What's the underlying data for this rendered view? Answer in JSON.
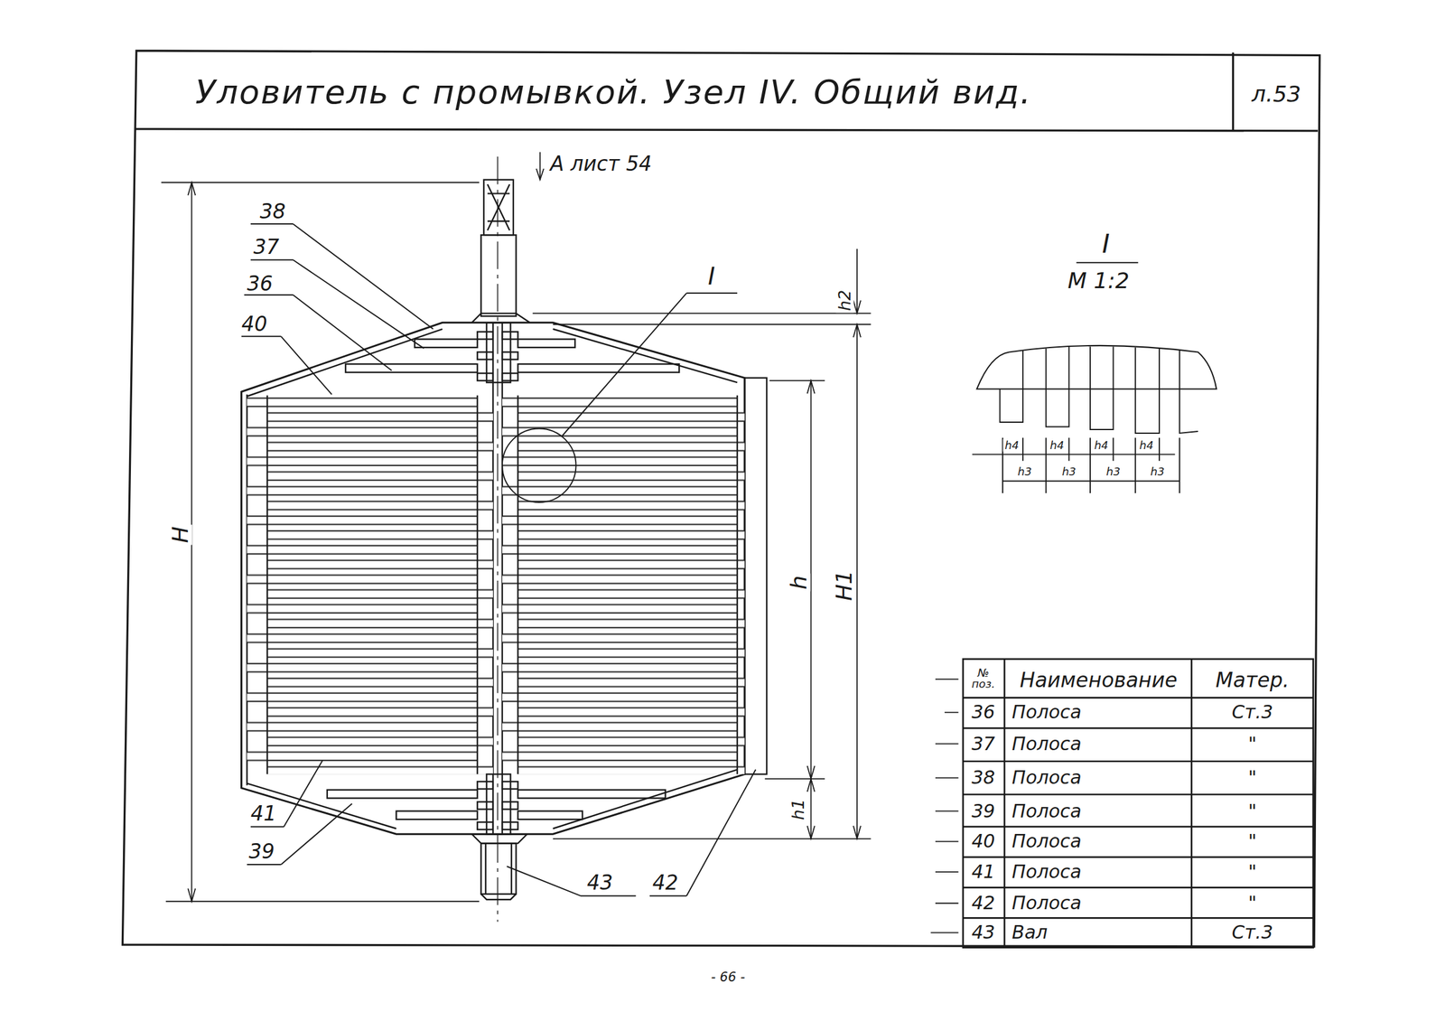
{
  "diagram": {
    "title": "Уловитель с промывкой.  Узел IV. Общий вид.",
    "labels": [
      "л.53",
      "А лист 54",
      "38",
      "37",
      "36",
      "40",
      "41",
      "39",
      "43",
      "42",
      "I",
      "H",
      "h2",
      "H1",
      "h",
      "h1",
      "I",
      "М 1:2",
      "h4",
      "h4",
      "h4",
      "h4",
      "h3",
      "h3",
      "h3",
      "h3",
      "№ поз.",
      "Наименование",
      "Матер.",
      "36",
      "Полоса",
      "Ст.3",
      "37",
      "Полоса",
      "\"",
      "38",
      "Полоса",
      "\"",
      "39",
      "Полоса",
      "\"",
      "40",
      "Полоса",
      "\"",
      "41",
      "Полоса",
      "\"",
      "42",
      "Полоса",
      "\"",
      "43",
      "Вал",
      "Ст.3",
      "- 66 -"
    ]
  }
}
